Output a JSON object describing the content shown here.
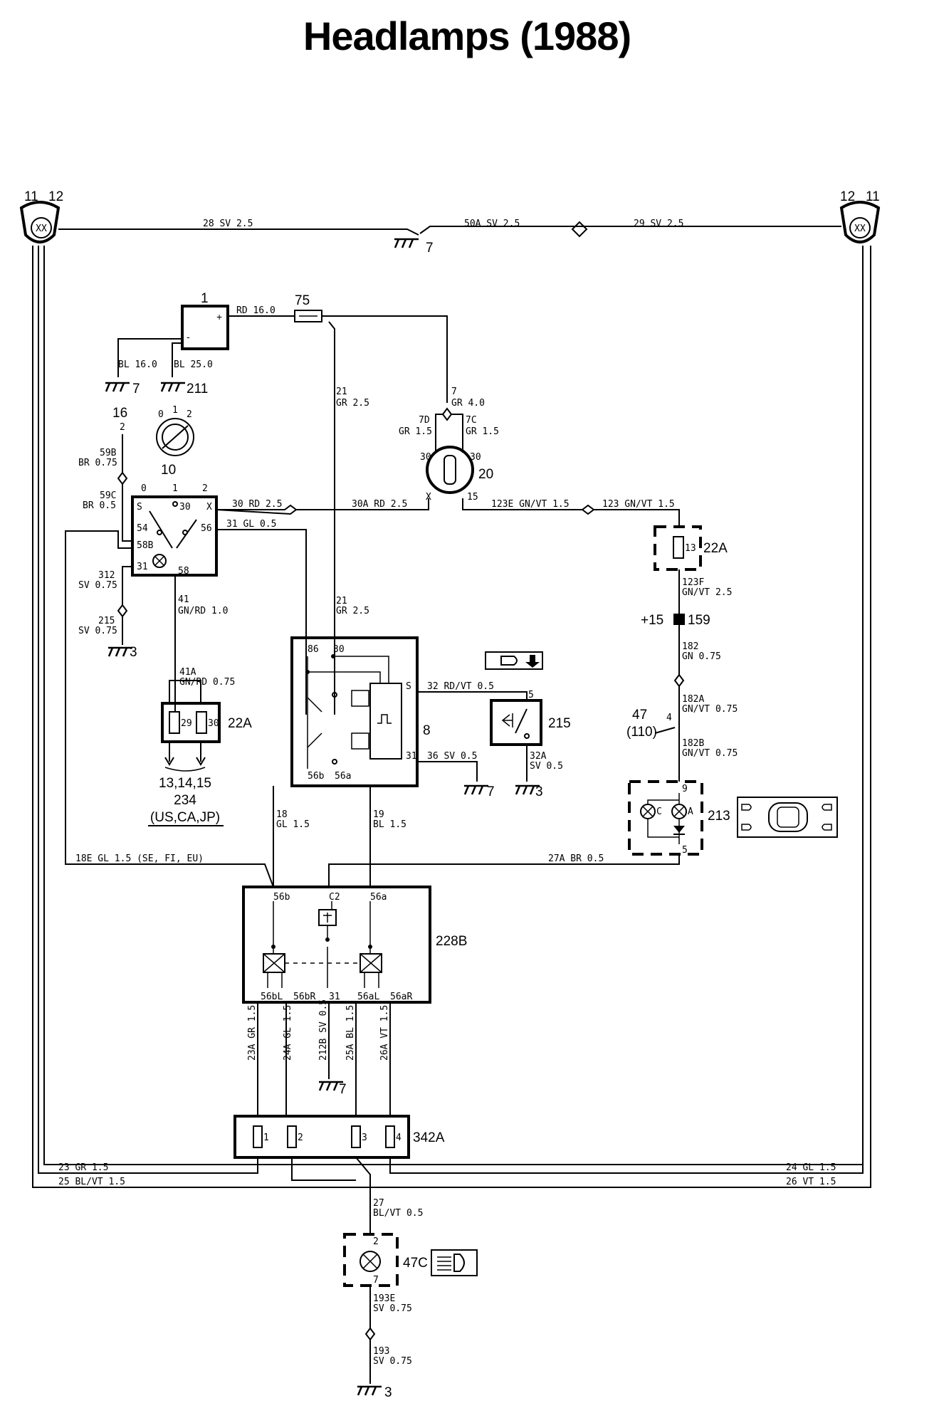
{
  "title": "Headlamps (1988)",
  "components": {
    "headlamp_left": {
      "pins": [
        "11",
        "12"
      ],
      "face": "XX"
    },
    "headlamp_right": {
      "pins": [
        "12",
        "11"
      ],
      "face": "XX"
    },
    "battery": {
      "id": "1",
      "plus": "+",
      "minus": "-"
    },
    "fuse": {
      "id": "75"
    },
    "ignition_key": {
      "id": "16",
      "pin": "2",
      "positions": [
        "0",
        "1",
        "2"
      ]
    },
    "light_switch": {
      "id": "10",
      "top_labels": [
        "0",
        "1",
        "2"
      ],
      "pins": [
        "S",
        "30",
        "X",
        "54",
        "56",
        "58B",
        "31",
        "58"
      ]
    },
    "ignition_switch": {
      "id": "20",
      "pins": [
        "30",
        "30",
        "X",
        "15"
      ]
    },
    "relay_8": {
      "id": "8",
      "pins": [
        "86",
        "30",
        "S",
        "31",
        "56b",
        "56a"
      ]
    },
    "connector_22A_left": {
      "id": "22A",
      "pins": [
        "29",
        "30"
      ]
    },
    "connector_22A_right": {
      "id": "22A",
      "pins": [
        "13"
      ]
    },
    "terminal_159": {
      "id": "159",
      "label": "+15"
    },
    "flasher_switch": {
      "id": "215",
      "pin": "5"
    },
    "splice_47": {
      "id": "47",
      "sub": "(110)",
      "pin": "4"
    },
    "indicator_213": {
      "id": "213",
      "pins": [
        "9",
        "5",
        "C",
        "A"
      ]
    },
    "relay_228B": {
      "id": "228B",
      "top": [
        "56b",
        "C2",
        "56a"
      ],
      "bottom": [
        "56bL",
        "56bR",
        "31",
        "56aL",
        "56aR"
      ]
    },
    "connector_342A": {
      "id": "342A",
      "pins": [
        "1",
        "2",
        "3",
        "4"
      ]
    },
    "lamp_47C": {
      "id": "47C",
      "pins": [
        "2",
        "7"
      ]
    },
    "targets": {
      "line1": "13,14,15",
      "line2": "234",
      "line3": "(US,CA,JP)"
    }
  },
  "grounds": [
    "7",
    "7",
    "211",
    "3",
    "7",
    "3",
    "7",
    "3"
  ],
  "wires": {
    "w28": "28  SV  2.5",
    "w50a": "50A  SV  2.5",
    "w29": "29  SV  2.5",
    "rd16": "RD  16.0",
    "bl16": "BL  16.0",
    "bl25": "BL  25.0",
    "w21a_1": "21",
    "w21a_2": "GR  2.5",
    "w7_1": "7",
    "w7_2": "GR  4.0",
    "w7d_1": "7D",
    "w7d_2": "GR  1.5",
    "w7c_1": "7C",
    "w7c_2": "GR  1.5",
    "w59b_1": "59B",
    "w59b_2": "BR  0.75",
    "w59c_1": "59C",
    "w59c_2": "BR  0.5",
    "w30": "30  RD  2.5",
    "w30a": "30A  RD  2.5",
    "w123e": "123E  GN/VT  1.5",
    "w123": "123  GN/VT  1.5",
    "w31": "31  GL  0.5",
    "w312_1": "312",
    "w312_2": "SV  0.75",
    "w215_1": "215",
    "w215_2": "SV  0.75",
    "w41_1": "41",
    "w41_2": "GN/RD  1.0",
    "w21b_1": "21",
    "w21b_2": "GR  2.5",
    "w123f_1": "123F",
    "w123f_2": "GN/VT  2.5",
    "w182_1": "182",
    "w182_2": "GN  0.75",
    "w41a_1": "41A",
    "w41a_2": "GN/RD  0.75",
    "w32": "32  RD/VT  0.5",
    "w36": "36  SV  0.5",
    "w32a_1": "32A",
    "w32a_2": "SV  0.5",
    "w182a_1": "182A",
    "w182a_2": "GN/VT  0.75",
    "w182b_1": "182B",
    "w182b_2": "GN/VT  0.75",
    "w18_1": "18",
    "w18_2": "GL  1.5",
    "w19_1": "19",
    "w19_2": "BL  1.5",
    "w18e": "18E  GL  1.5  (SE, FI, EU)",
    "w27a": "27A  BR  0.5",
    "w23a": "23A  GR  1.5",
    "w24a": "24A  GL  1.5",
    "w212b": "212B  SV  0.5",
    "w25a": "25A  BL  1.5",
    "w26a": "26A  VT  1.5",
    "w23": "23  GR  1.5",
    "w25": "25  BL/VT  1.5",
    "w24": "24  GL  1.5",
    "w26": "26  VT  1.5",
    "w27_1": "27",
    "w27_2": "BL/VT  0.5",
    "w193e_1": "193E",
    "w193e_2": "SV  0.75",
    "w193_1": "193",
    "w193_2": "SV  0.75"
  }
}
